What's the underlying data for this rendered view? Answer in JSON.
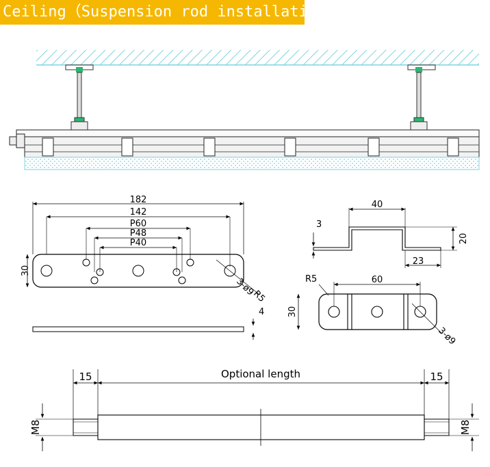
{
  "title": "Ceiling（Suspension rod installation）",
  "colors": {
    "title_bg": "#f5b700",
    "title_fg": "#ffffff",
    "hatch": "#7fd3e0",
    "accent": "#2bb673"
  },
  "plate": {
    "overall": "182",
    "d142": "142",
    "p60": "P60",
    "p48": "P48",
    "p40": "P40",
    "height": "30",
    "holes": "3-ø9",
    "radius": "R5",
    "thickness": "4"
  },
  "bracket": {
    "top_width": "40",
    "thickness": "3",
    "height": "20",
    "flange": "23",
    "radius": "R5",
    "hole_spacing": "60",
    "plate_height": "30",
    "holes": "3-ø9"
  },
  "rod": {
    "end_left": "15",
    "end_right": "15",
    "length_label": "Optional length",
    "thread_left": "M8",
    "thread_right": "M8"
  }
}
